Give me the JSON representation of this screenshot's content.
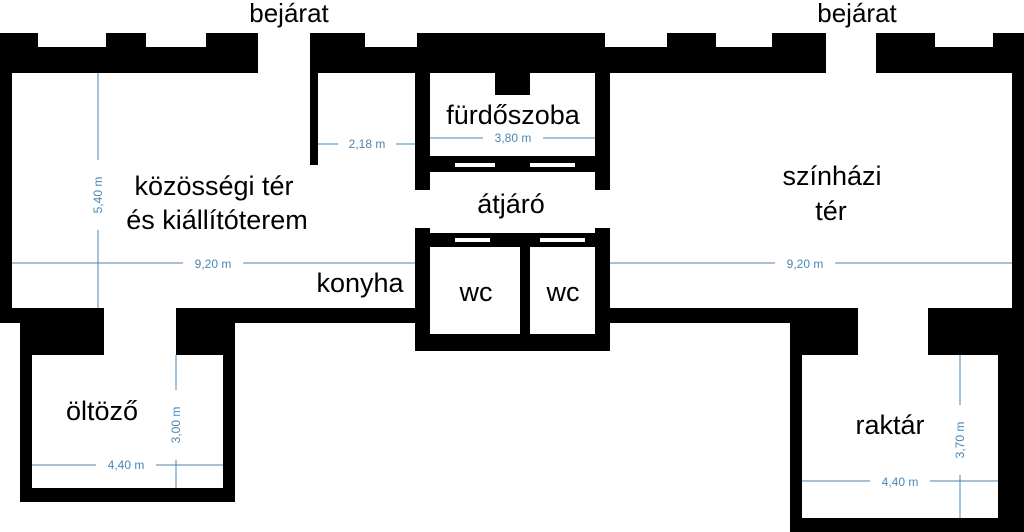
{
  "colors": {
    "wall": "#000000",
    "floor": "#ffffff",
    "dimension": "#4a87b5",
    "text": "#000000"
  },
  "entrances": [
    "bejárat",
    "bejárat"
  ],
  "rooms": {
    "community_line1": "közösségi tér",
    "community_line2": "és kiállítóterem",
    "bathroom": "fürdőszoba",
    "passage": "átjáró",
    "kitchen": "konyha",
    "wc_left": "wc",
    "wc_right": "wc",
    "theater_line1": "színházi",
    "theater_line2": "tér",
    "dressing": "öltöző",
    "storage": "raktár"
  },
  "dimensions": {
    "community_width": "9,20 m",
    "community_height": "5,40 m",
    "kitchen_width": "2,18 m",
    "bathroom_width": "3,80 m",
    "theater_width": "9,20 m",
    "dressing_width": "4,40 m",
    "dressing_height": "3,00 m",
    "storage_width": "4,40 m",
    "storage_height": "3,70 m"
  }
}
